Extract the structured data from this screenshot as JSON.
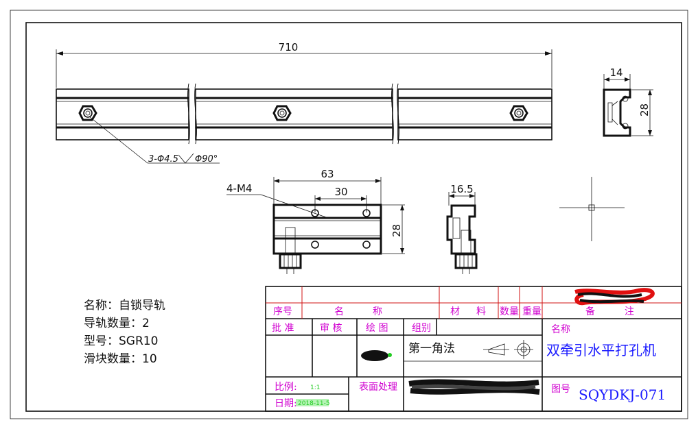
{
  "dimensions": {
    "rail_length": "710",
    "rail_width": "14",
    "rail_height": "28",
    "hole_spec": "3-Φ4.5",
    "countersink": "Φ90°",
    "slider_length": "63",
    "slider_hole_pitch": "30",
    "slider_thread": "4-M4",
    "slider_height": "28",
    "slider_side_width": "16.5"
  },
  "notes": {
    "name_line": "名称：自锁导轨",
    "rail_count_line": "导轨数量：2",
    "model_line": "型号：SGR10",
    "slider_count_line": "滑块数量：10"
  },
  "title_block": {
    "col_seq": "序号",
    "col_name_1": "名",
    "col_name_2": "称",
    "col_material_1": "材",
    "col_material_2": "料",
    "col_qty": "数量",
    "col_weight": "重量",
    "col_remark_1": "备",
    "col_remark_2": "注",
    "approve": "批  准",
    "review": "审  核",
    "draw": "绘  图",
    "group": "组别",
    "projection": "第一角法",
    "name_label": "名称",
    "product_name": "双牵引水平打孔机",
    "scale_label": "比例:",
    "scale_value": "1:1",
    "surface_label": "表面处理",
    "date_label": "日期:",
    "date_value": "2018-11-5",
    "drawing_no_label": "图号",
    "drawing_no": "SQYDKJ-071"
  },
  "colors": {
    "line": "#111111",
    "title_text": "#d000d0",
    "product_text": "#1a1aff",
    "frame_red": "#d01010",
    "highlight": "#22cc22"
  }
}
